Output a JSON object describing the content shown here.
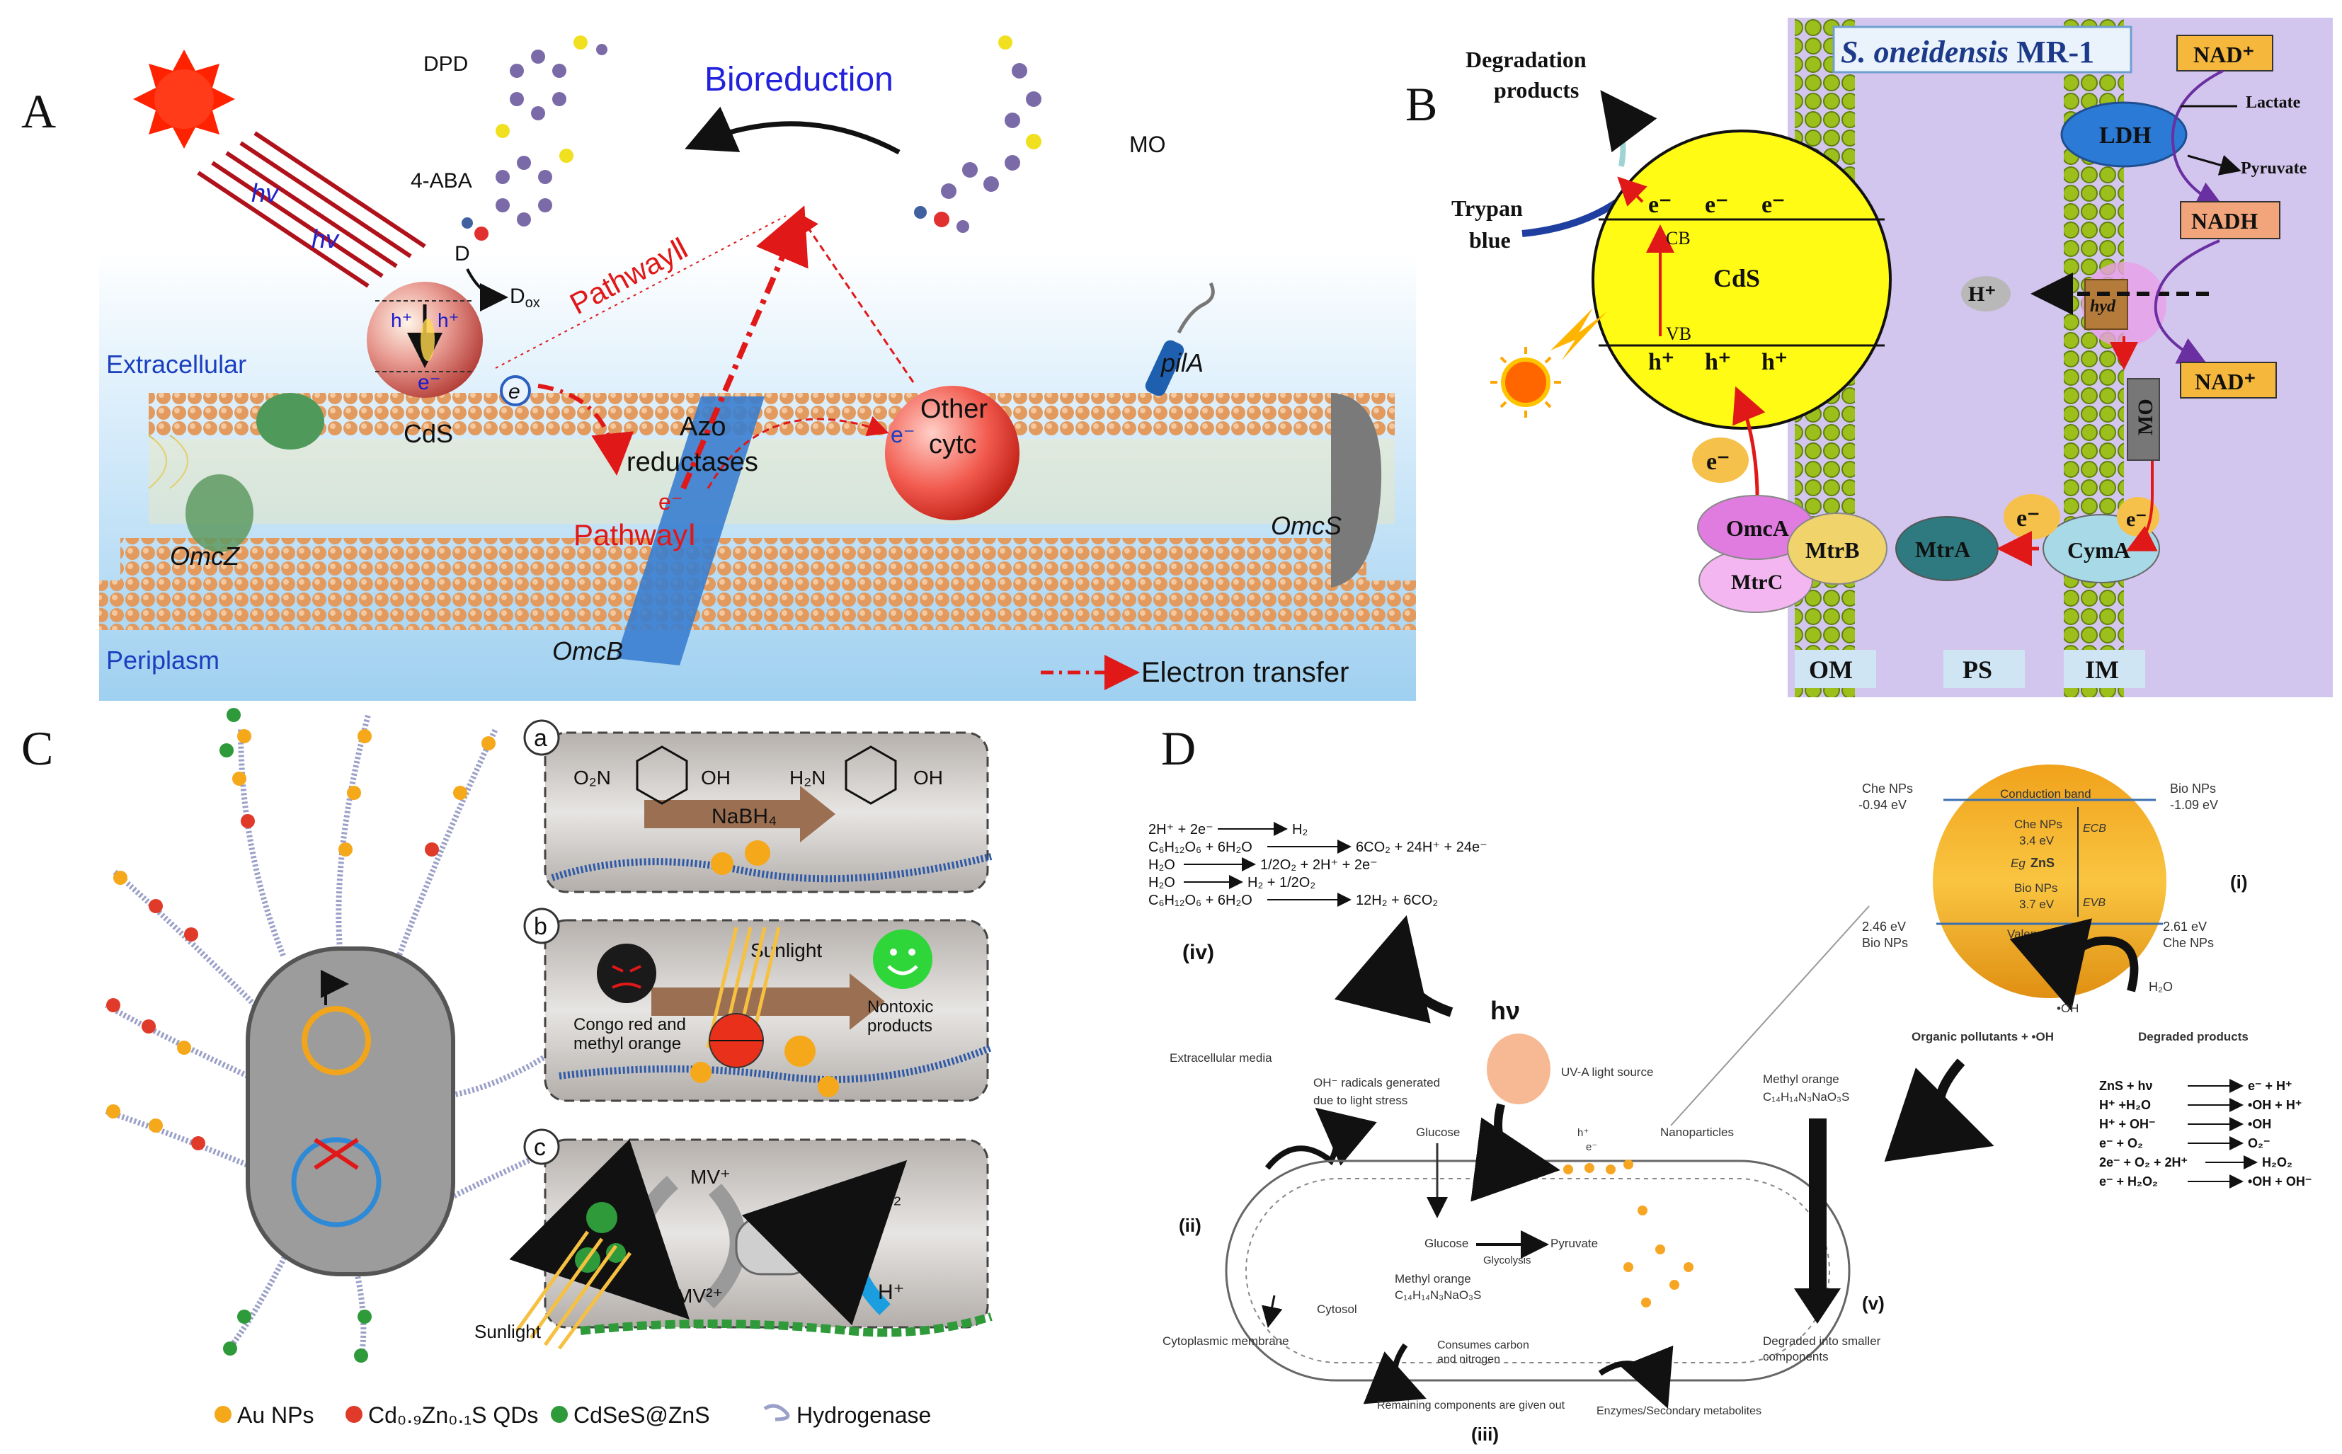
{
  "panel_letters": {
    "a": "A",
    "b": "B",
    "c": "C",
    "d": "D"
  },
  "panelA": {
    "dpd": "DPD",
    "aba": "4-ABA",
    "mo": "MO",
    "bioreduction": "Bioreduction",
    "hv1": "hv",
    "hv2": "hv",
    "d": "D",
    "dox": "D",
    "dox_sub": "ox",
    "hplus1": "h⁺",
    "hplus2": "h⁺",
    "eminus_cds": "e⁻",
    "eminus_small": "e",
    "cds": "CdS",
    "pathway2": "PathwayⅡ",
    "pathway1": "PathwayⅠ",
    "azo": "Azo",
    "reductases": "reductases",
    "e_azo": "e⁻",
    "other": "Other",
    "cytc": "cytc",
    "e_other": "e⁻",
    "pila": "pilA",
    "omcz": "OmcZ",
    "omcs": "OmcS",
    "omcb": "OmcB",
    "extracellular": "Extracellular",
    "periplasm": "Periplasm",
    "legend_et": "Electron transfer"
  },
  "panelB": {
    "organism_italic": "S. oneidensis",
    "organism_rest": "MR-1",
    "degradation1": "Degradation",
    "degradation2": "products",
    "trypan1": "Trypan",
    "trypan2": "blue",
    "cb": "CB",
    "vb": "VB",
    "cds": "CdS",
    "e_cb": "e⁻",
    "h_vb": "h⁺",
    "nad_top": "NAD⁺",
    "lactate": "Lactate",
    "pyruvate": "Pyruvate",
    "ldh": "LDH",
    "nadh": "NADH",
    "hplus": "H⁺",
    "hyd": "hyd",
    "nad_bottom": "NAD⁺",
    "mo": "MO",
    "e_omca": "e⁻",
    "e_mtra": "e⁻",
    "e_cyma": "e⁻",
    "omca": "OmcA",
    "mtrc": "MtrC",
    "mtrb": "MtrB",
    "mtra": "MtrA",
    "cyma": "CymA",
    "om": "OM",
    "ps": "PS",
    "im": "IM"
  },
  "panelC": {
    "a": "a",
    "b": "b",
    "c": "c",
    "o2n": "O₂N",
    "oh1": "OH",
    "h2n": "H₂N",
    "oh2": "OH",
    "nabh4": "NaBH₄",
    "sunlight_b": "Sunlight",
    "congo1": "Congo red and",
    "congo2": "methyl orange",
    "nontoxic1": "Nontoxic",
    "nontoxic2": "products",
    "mvplus": "MV⁺",
    "mv2plus": "MV²⁺",
    "h2": "H₂",
    "hplus": "H⁺",
    "sunlight_c": "Sunlight",
    "legend": [
      "Au NPs",
      "Cd₀.₉Zn₀.₁S QDs",
      "CdSeS@ZnS",
      "Hydrogenase"
    ]
  },
  "panelD": {
    "iv_eqs": [
      [
        "2H⁺ + 2e⁻",
        "H₂"
      ],
      [
        "C₆H₁₂O₆ + 6H₂O",
        "6CO₂ + 24H⁺ + 24e⁻"
      ],
      [
        "H₂O",
        "1/2O₂ + 2H⁺ + 2e⁻"
      ],
      [
        "H₂O",
        "H₂ + 1/2O₂"
      ],
      [
        "C₆H₁₂O₆ + 6H₂O",
        "12H₂ + 6CO₂"
      ]
    ],
    "iv": "(iv)",
    "ii": "(ii)",
    "iii": "(iii)",
    "v": "(v)",
    "i": "(i)",
    "hv": "hν",
    "uva": "UV-A light source",
    "extracellular": "Extracellular media",
    "oh_rad1": "OH⁻ radicals generated",
    "oh_rad2": "due to light stress",
    "glucose_out": "Glucose",
    "glucose_in": "Glucose",
    "pyruvate": "Pyruvate",
    "glycolysis": "Glycolysis",
    "cytosol": "Cytosol",
    "mo_in1": "Methyl orange",
    "mo_in2": "C₁₄H₁₄N₃NaO₃S",
    "mo_out1": "Methyl orange",
    "mo_out2": "C₁₄H₁₄N₃NaO₃S",
    "nanoparticles": "Nanoparticles",
    "h_plus": "h⁺",
    "e_minus": "e⁻",
    "cyto_membrane": "Cytoplasmic membrane",
    "consumes1": "Consumes carbon",
    "consumes2": "and nitrogen",
    "remaining": "Remaining components are given out",
    "enzymes": "Enzymes/Secondary metabolites",
    "degraded1": "Degraded into smaller",
    "degraded2": "components",
    "che_nps_l": "Che NPs",
    "che_ev_l": "-0.94 eV",
    "bio_nps_r": "Bio NPs",
    "bio_ev_r": "-1.09 eV",
    "cond_band": "Conduction band",
    "che_nps_c": "Che NPs",
    "che_ev_c": "3.4 eV",
    "eg": "Eg",
    "zns": "ZnS",
    "bio_nps_c": "Bio NPs",
    "bio_ev_c": "3.7 eV",
    "ecb": "ECB",
    "evb": "EVB",
    "val_band": "Valence band",
    "ev_246": "2.46 eV",
    "bio_nps_l2": "Bio NPs",
    "ev_261": "2.61 eV",
    "che_nps_r2": "Che NPs",
    "h2o": "H₂O",
    "oh_rad": "•OH",
    "organic": "Organic pollutants +  •OH",
    "degraded_products": "Degraded products",
    "zns_eqs": [
      [
        "ZnS + hν",
        "e⁻ + H⁺"
      ],
      [
        "H⁺ +H₂O",
        "•OH + H⁺"
      ],
      [
        "H⁺ + OH⁻",
        "•OH"
      ],
      [
        "e⁻  + O₂",
        "O₂⁻"
      ],
      [
        "2e⁻ + O₂ + 2H⁺",
        "H₂O₂"
      ],
      [
        "e⁻ + H₂O₂",
        "•OH + OH⁻"
      ]
    ]
  }
}
